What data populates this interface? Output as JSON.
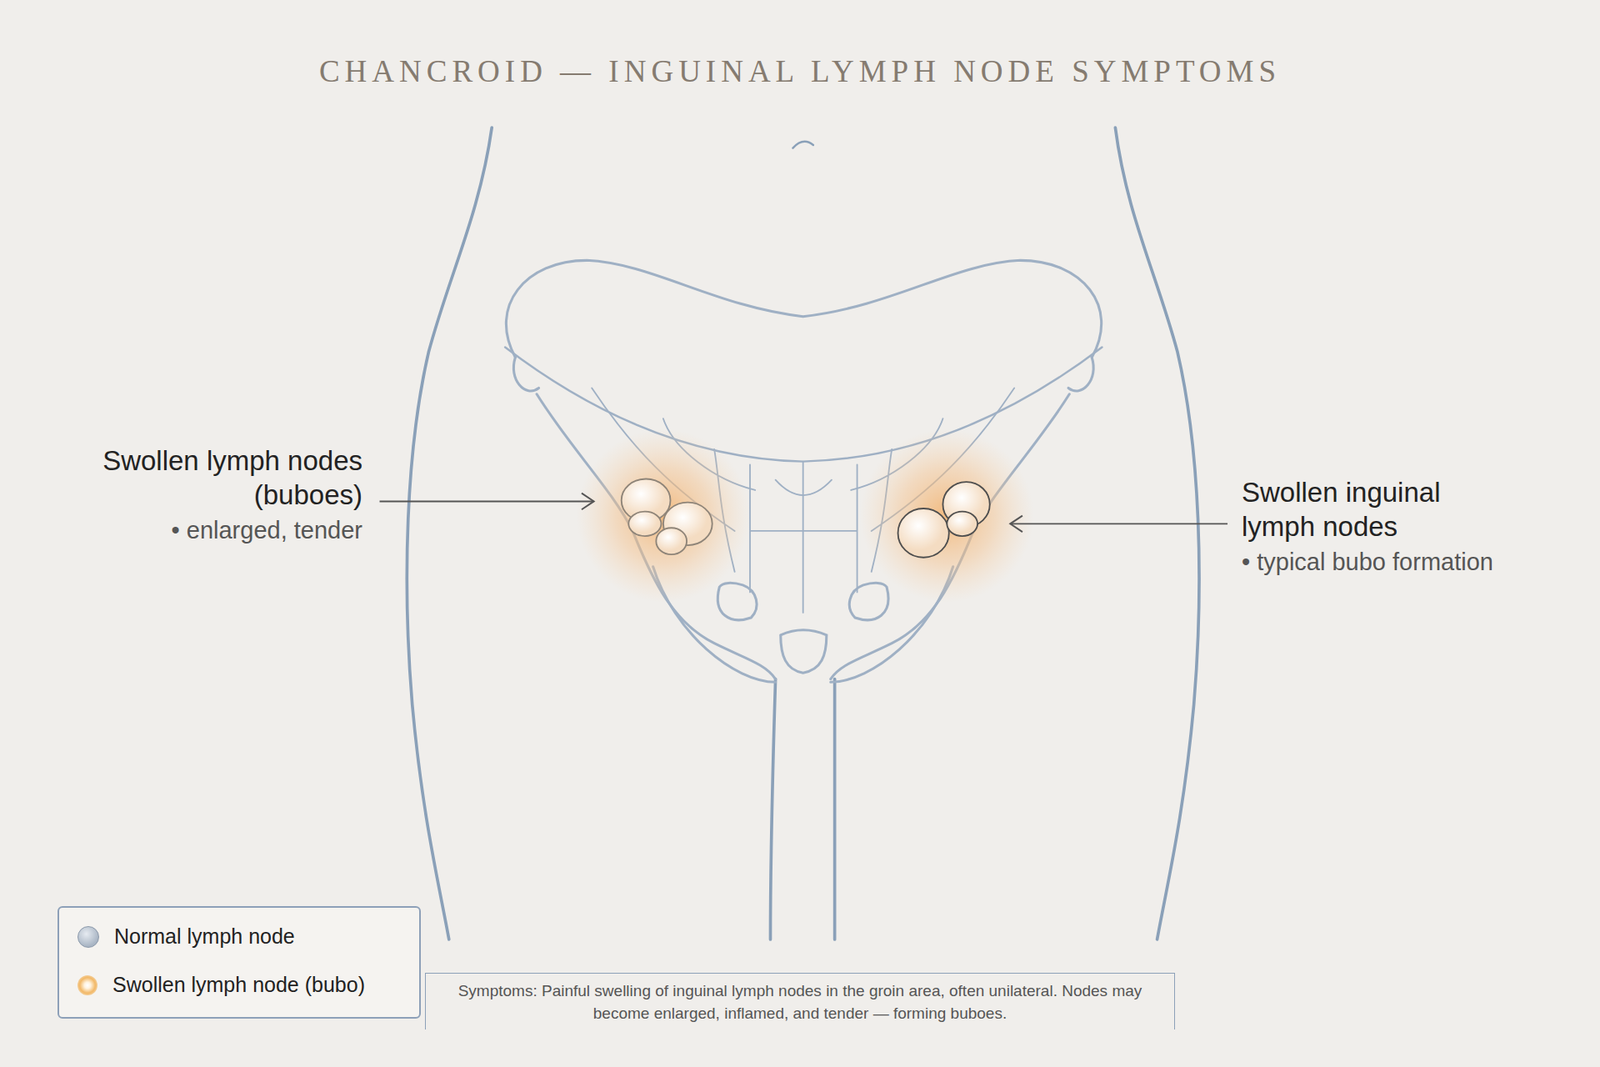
{
  "diagram": {
    "title": "CHANCROID — INGUINAL LYMPH NODE SYMPTOMS",
    "caption": "Symptoms: Painful swelling of inguinal lymph nodes in the groin area, often unilateral. Nodes may become enlarged, inflamed, and tender — forming buboes.",
    "labels": [
      "Swollen lymph nodes (buboes)",
      "• enlarged, tender",
      "Swollen inguinal lymph nodes",
      "• typical bubo formation"
    ],
    "legend": [
      {
        "text": "Normal lymph node",
        "color": "#a9b5c4"
      },
      {
        "text": "Swollen lymph node (bubo)",
        "color": "#f2b867"
      }
    ]
  }
}
